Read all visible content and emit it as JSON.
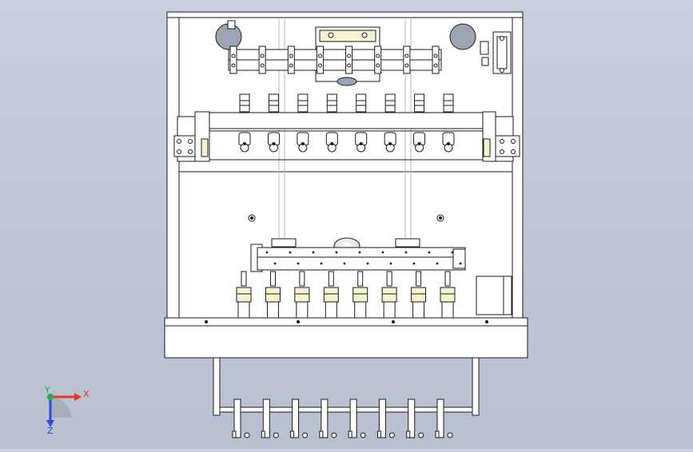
{
  "viewport": {
    "background_top": "#c9cfdc",
    "background_bottom": "#b8bfcf",
    "line_color": "#1a1a1a",
    "panel_fill": "#ffffff"
  },
  "model": {
    "top_assemblies_count": 8,
    "middle_assemblies_count": 8,
    "lower_assemblies_count": 8,
    "bottom_fingers_count": 8
  },
  "triad": {
    "x_label": "X",
    "y_label": "Y",
    "z_label": "Z",
    "x_color": "#e23a2a",
    "y_color": "#2aa84a",
    "z_color": "#2a4ae2"
  }
}
